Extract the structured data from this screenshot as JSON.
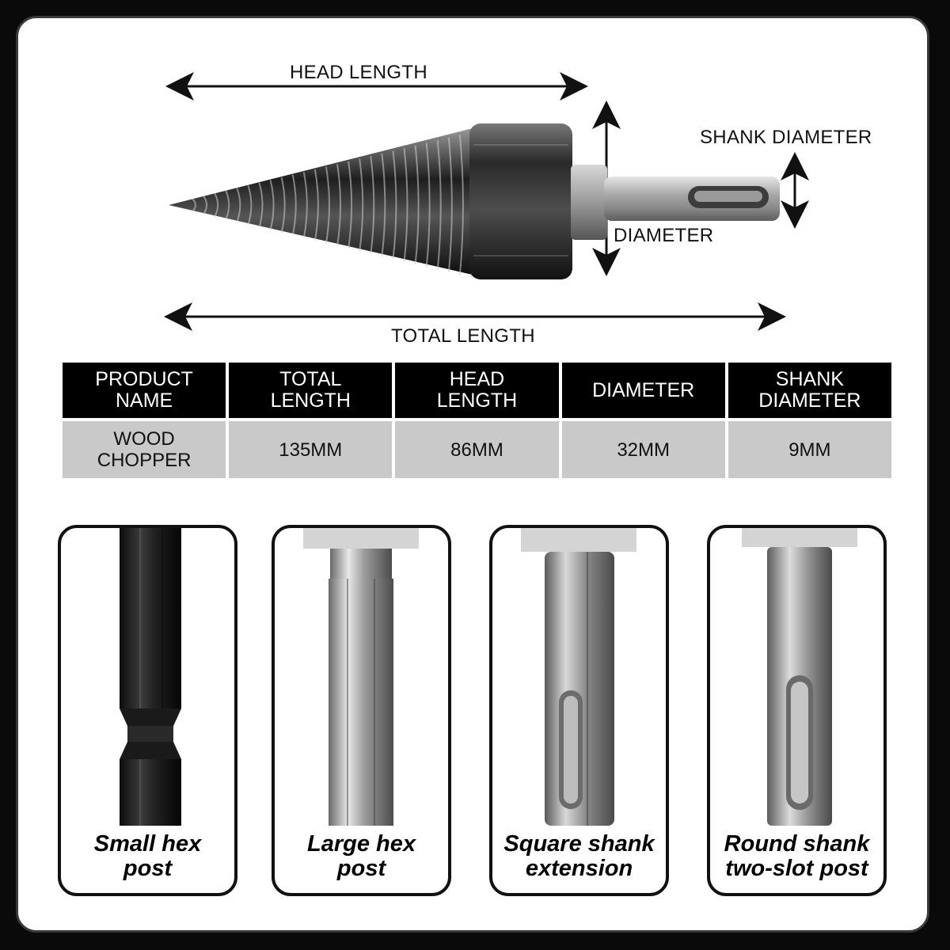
{
  "diagram": {
    "labels": {
      "head_length": "HEAD LENGTH",
      "shank_diameter": "SHANK DIAMETER",
      "diameter": "DIAMETER",
      "total_length": "TOTAL LENGTH"
    }
  },
  "spec_table": {
    "headers": [
      [
        "PRODUCT",
        "NAME"
      ],
      [
        "TOTAL",
        "LENGTH"
      ],
      [
        "HEAD",
        "LENGTH"
      ],
      [
        "DIAMETER"
      ],
      [
        "SHANK",
        "DIAMETER"
      ]
    ],
    "rows": [
      [
        [
          "WOOD",
          "CHOPPER"
        ],
        [
          "135MM"
        ],
        [
          "86MM"
        ],
        [
          "32MM"
        ],
        [
          "9MM"
        ]
      ]
    ]
  },
  "shank_types": [
    {
      "line1": "Small hex",
      "line2": "post",
      "icon": "small-hex-shank-icon"
    },
    {
      "line1": "Large hex",
      "line2": "post",
      "icon": "large-hex-shank-icon"
    },
    {
      "line1": "Square shank",
      "line2": "extension",
      "icon": "square-shank-icon"
    },
    {
      "line1": "Round shank",
      "line2": "two-slot post",
      "icon": "round-shank-icon"
    }
  ]
}
